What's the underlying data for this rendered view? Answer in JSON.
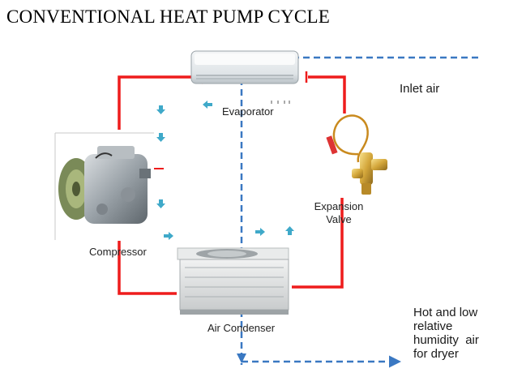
{
  "title": "CONVENTIONAL HEAT PUMP CYCLE",
  "labels": {
    "evaporator": "Evaporator",
    "compressor": "Compressor",
    "expansion_valve_line1": "Expansion",
    "expansion_valve_line2": "Valve",
    "air_condenser": "Air Condenser",
    "inlet_air": "Inlet air",
    "outlet_air": [
      "Hot and low",
      "relative",
      "humidity  air",
      "for dryer"
    ]
  },
  "colors": {
    "refrigerant_line": "#ee1c1c",
    "air_flow": "#3a78c2",
    "small_arrow": "#3fa9c9"
  }
}
